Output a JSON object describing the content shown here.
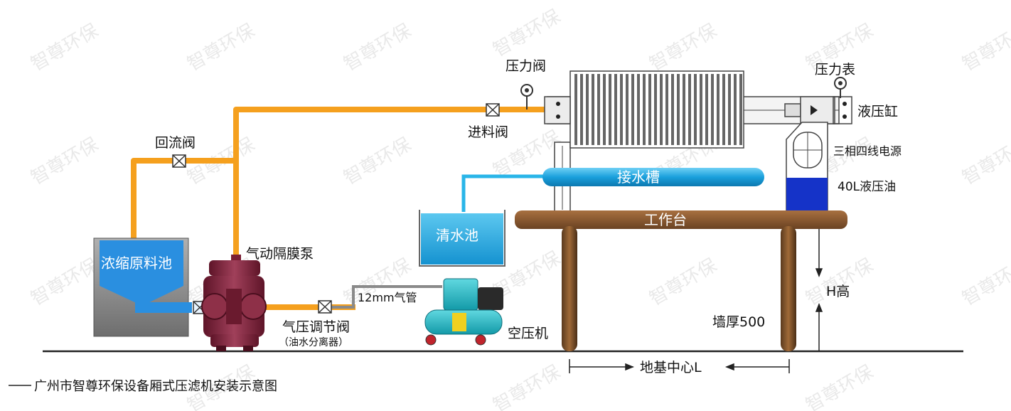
{
  "watermark": "智尊环保",
  "caption": "广州市智尊环保设备厢式压滤机安装示意图",
  "labels": {
    "pressure_valve": "压力阀",
    "pressure_gauge": "压力表",
    "hydraulic_cylinder": "液压缸",
    "power_supply": "三相四线电源",
    "hydraulic_oil": "40L液压油",
    "feed_valve": "进料阀",
    "return_valve": "回流阀",
    "water_trough": "接水槽",
    "clean_pool": "清水池",
    "workbench": "工作台",
    "raw_tank": "浓缩原料池",
    "diaphragm_pump": "气动隔膜泵",
    "air_pipe": "12mm气管",
    "air_reg_valve": "气压调节阀",
    "oil_water_separator": "（油水分离器）",
    "air_compressor": "空压机",
    "height": "H高",
    "wall_thickness": "墙厚500",
    "foundation_center": "地基中心L"
  },
  "colors": {
    "orange_pipe": "#f5a01e",
    "blue_water": "#1aa0dc",
    "cyan_pipe": "#29b5e8",
    "bench_brown": "#8a5a2e",
    "pump_red": "#8a2a40",
    "tank_gray": "#8c8c8c",
    "tank_blue": "#2a8fe0",
    "oil_blue": "#1533c8"
  },
  "icons": [
    "valve-icon",
    "gauge-icon",
    "pump-icon",
    "compressor-icon"
  ]
}
